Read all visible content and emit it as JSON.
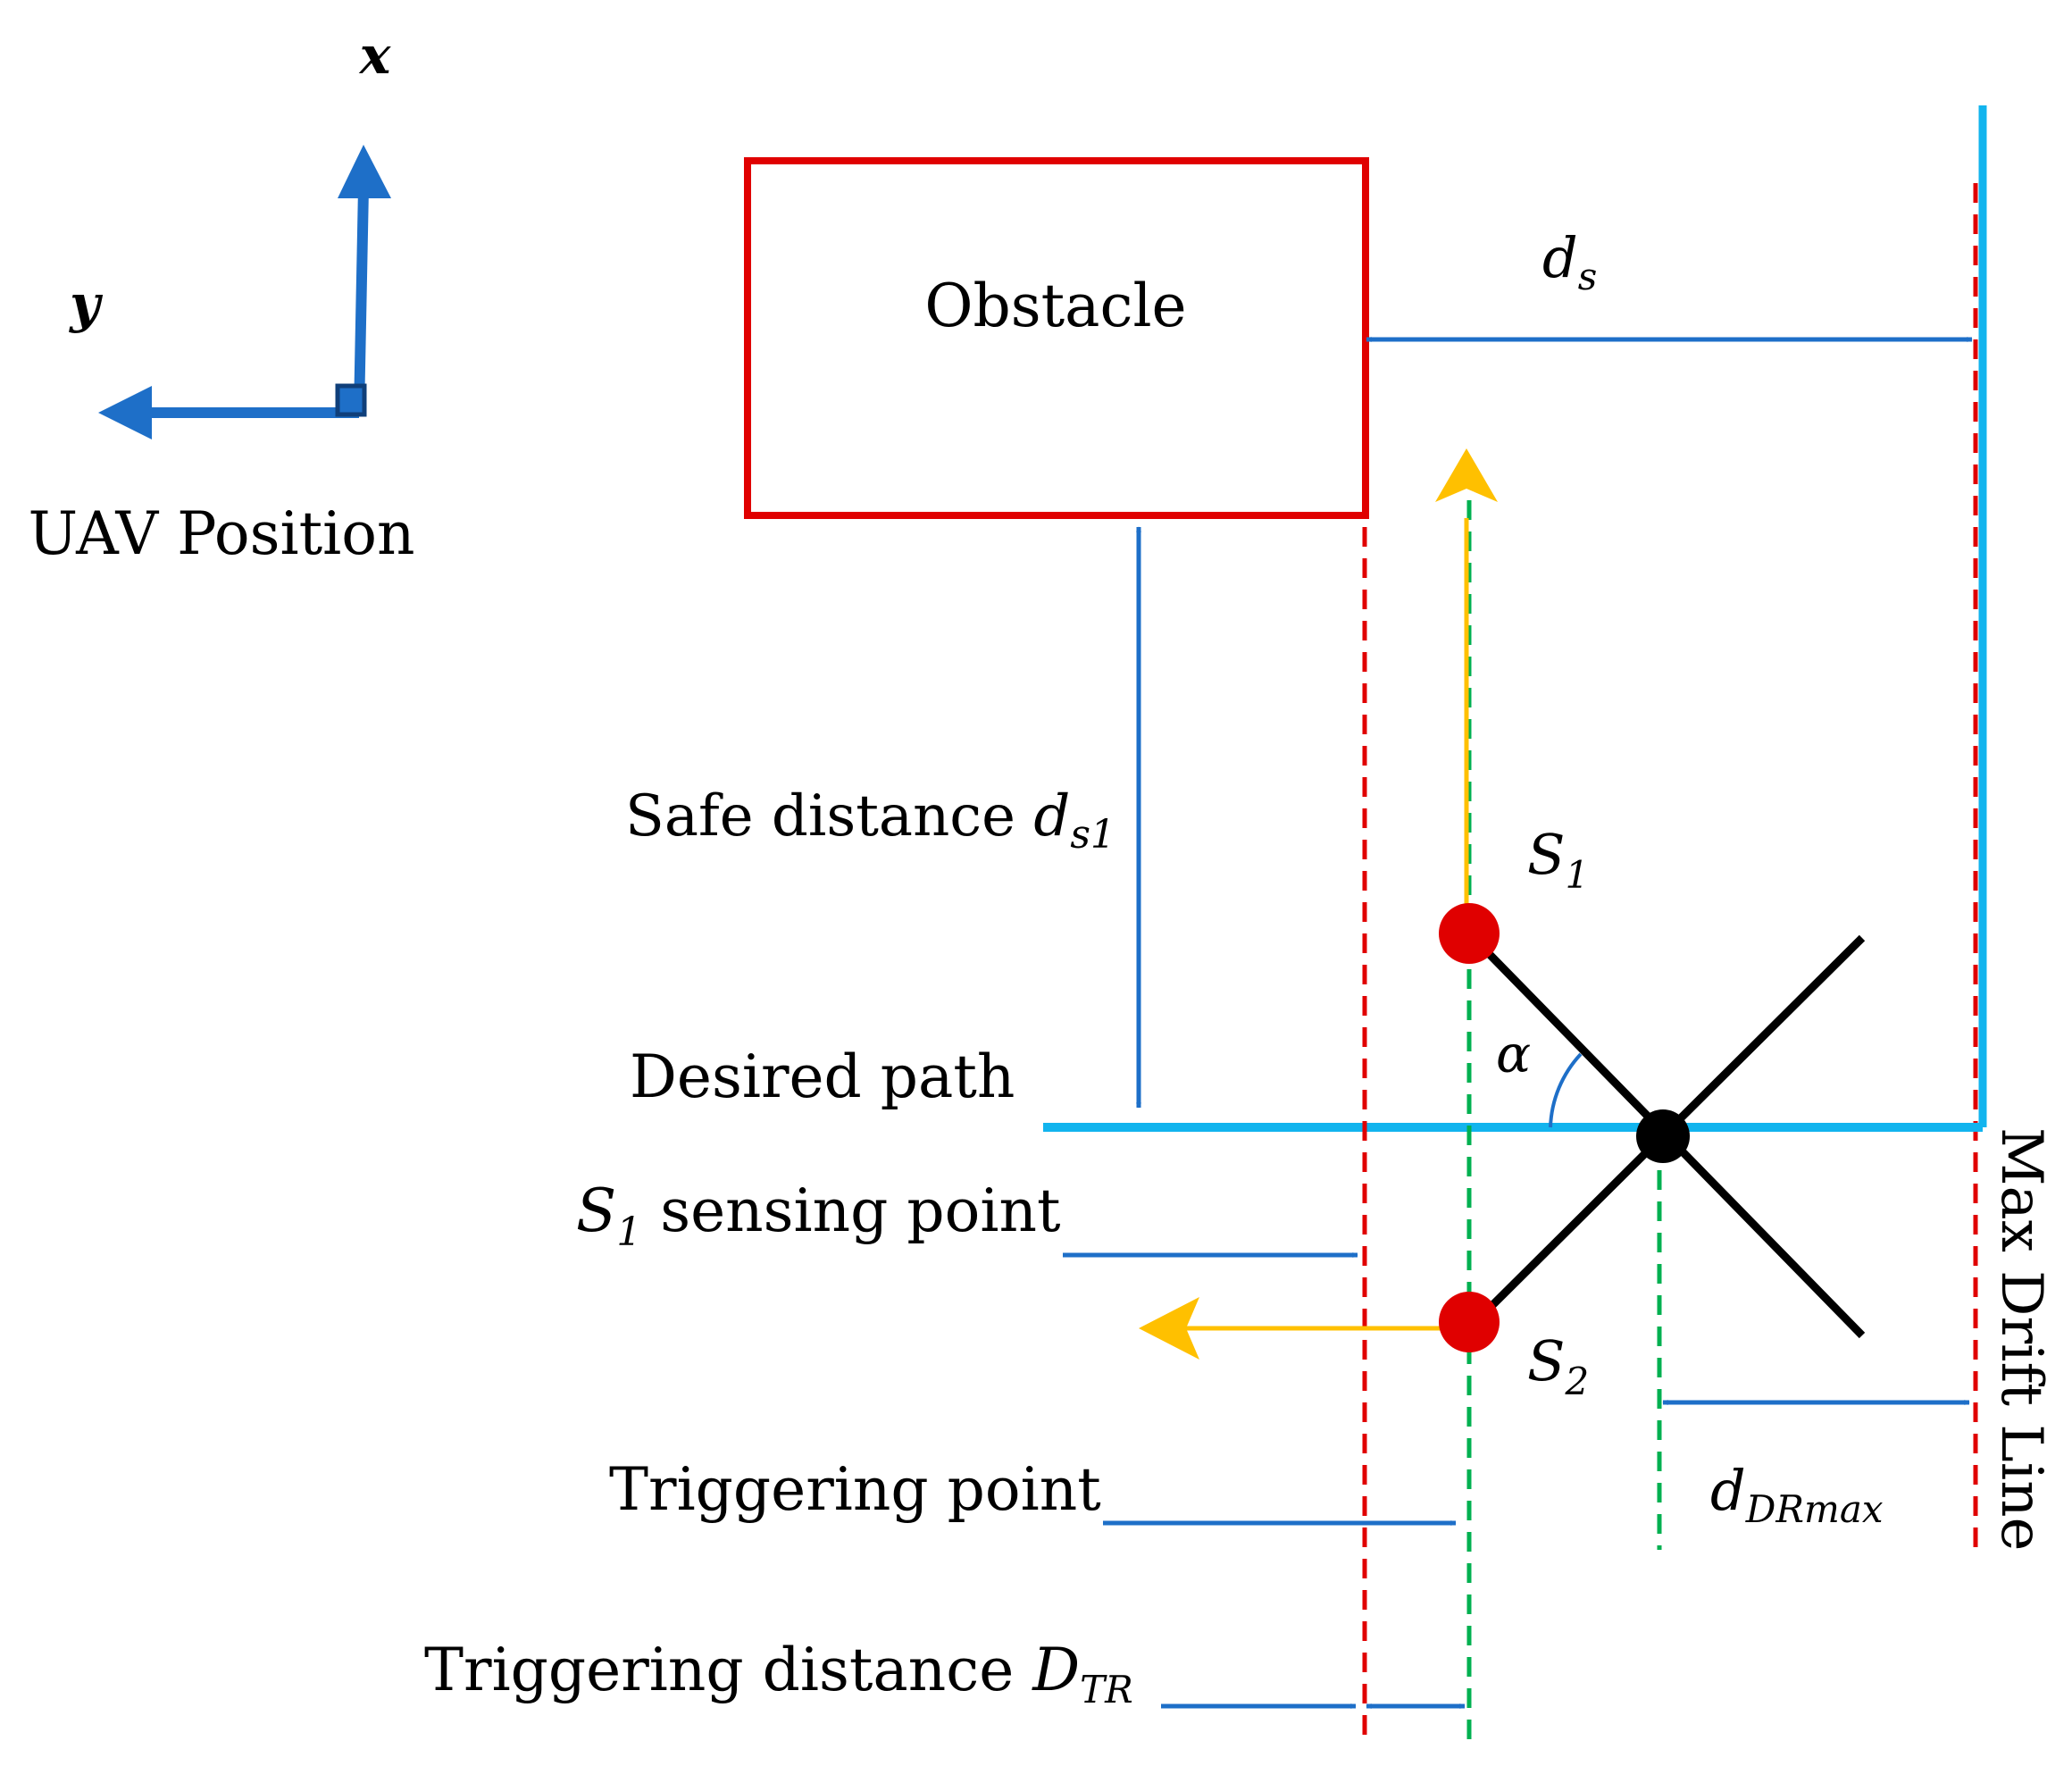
{
  "colors": {
    "obstacle": "#E00000",
    "path": "#12B4EE",
    "arrow": "#1E6FC8",
    "velocity": "#FFC000",
    "green_dash": "#00B050",
    "red_dash": "#E00000",
    "sensor": "#E00000",
    "drone": "#000000"
  },
  "axes": {
    "x_label": "x",
    "y_label": "y",
    "caption": "UAV Position"
  },
  "obstacle": {
    "label": "Obstacle"
  },
  "ds": {
    "base": "d",
    "sub": "s"
  },
  "safe_distance": {
    "text": "Safe distance ",
    "base": "d",
    "sub": "s1"
  },
  "s1": {
    "base": "S",
    "sub": "1"
  },
  "s2": {
    "base": "S",
    "sub": "2"
  },
  "alpha": {
    "label": "α"
  },
  "desired_path": {
    "label": "Desired path"
  },
  "sensing_point": {
    "base": "S",
    "sub": "1",
    "text": " sensing point"
  },
  "triggering_point": {
    "label": "Triggering point"
  },
  "dr_max": {
    "base": "d",
    "sub": "DRmax"
  },
  "triggering_distance": {
    "text": "Triggering distance ",
    "base": "D",
    "sub": "TR"
  },
  "max_drift": {
    "label": "Max Drift Line"
  }
}
